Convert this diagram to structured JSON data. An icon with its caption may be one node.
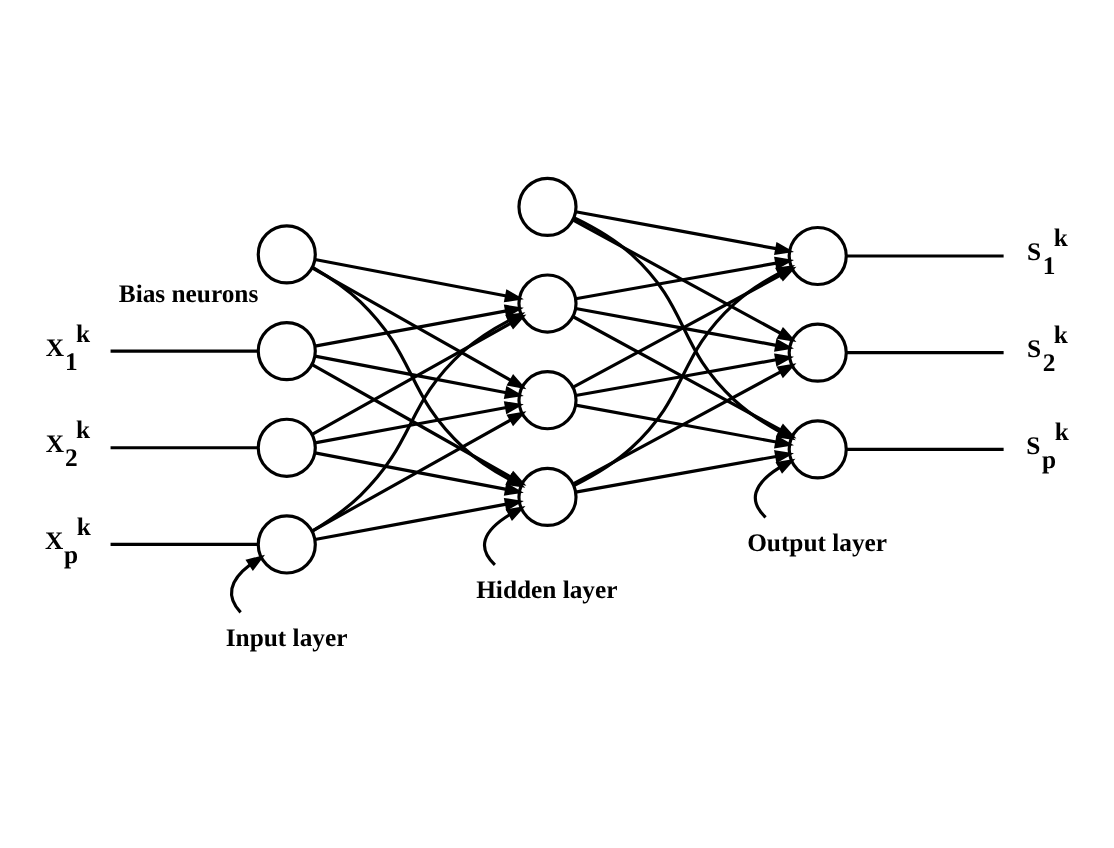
{
  "diagram": {
    "nodes": [
      {
        "text": [],
        "shape": "circle",
        "beside": [
          "Bias neurons"
        ]
      },
      {
        "text": [],
        "shape": "circle"
      },
      {
        "text": [],
        "shape": "circle"
      },
      {
        "text": [],
        "shape": "circle"
      },
      {
        "text": [],
        "shape": "circle"
      },
      {
        "text": [],
        "shape": "circle"
      },
      {
        "text": [],
        "shape": "circle"
      },
      {
        "text": [],
        "shape": "circle"
      },
      {
        "text": [],
        "shape": "circle"
      },
      {
        "text": [],
        "shape": "circle"
      },
      {
        "text": [],
        "shape": "circle"
      },
      {
        "text": [
          "X$_{1}$$^{k}$"
        ]
      },
      {
        "text": [
          "X$_{2}$$^{k}$"
        ]
      },
      {
        "text": [
          "X$_{p}$$^{k}$"
        ]
      },
      {
        "text": [
          "S$_{1}$$^{k}$"
        ]
      },
      {
        "text": [
          "S$_{2}$$^{k}$"
        ]
      },
      {
        "text": [
          "S$_{p}$$^{k}$"
        ]
      },
      {
        "text": [
          "Input layer"
        ]
      },
      {
        "text": [
          "Hidden layer"
        ]
      },
      {
        "text": [
          "Output layer"
        ]
      }
    ],
    "edges": [
      {
        "from": 11,
        "to": 1,
        "arrow": "none"
      },
      {
        "from": 12,
        "to": 2,
        "arrow": "none"
      },
      {
        "from": 13,
        "to": 3,
        "arrow": "none"
      },
      {
        "from": 0,
        "to": 5,
        "arrow": "to"
      },
      {
        "from": 0,
        "to": 6,
        "arrow": "to"
      },
      {
        "from": 0,
        "to": 7,
        "arrow": "to"
      },
      {
        "from": 1,
        "to": 5,
        "arrow": "to"
      },
      {
        "from": 1,
        "to": 6,
        "arrow": "to"
      },
      {
        "from": 1,
        "to": 7,
        "arrow": "to"
      },
      {
        "from": 2,
        "to": 5,
        "arrow": "to"
      },
      {
        "from": 2,
        "to": 6,
        "arrow": "to"
      },
      {
        "from": 2,
        "to": 7,
        "arrow": "to"
      },
      {
        "from": 3,
        "to": 5,
        "arrow": "to"
      },
      {
        "from": 3,
        "to": 6,
        "arrow": "to"
      },
      {
        "from": 3,
        "to": 7,
        "arrow": "to"
      },
      {
        "from": 4,
        "to": 8,
        "arrow": "to"
      },
      {
        "from": 4,
        "to": 9,
        "arrow": "to"
      },
      {
        "from": 4,
        "to": 10,
        "arrow": "to"
      },
      {
        "from": 5,
        "to": 8,
        "arrow": "to"
      },
      {
        "from": 5,
        "to": 9,
        "arrow": "to"
      },
      {
        "from": 5,
        "to": 10,
        "arrow": "to"
      },
      {
        "from": 6,
        "to": 8,
        "arrow": "to"
      },
      {
        "from": 6,
        "to": 9,
        "arrow": "to"
      },
      {
        "from": 6,
        "to": 10,
        "arrow": "to"
      },
      {
        "from": 7,
        "to": 8,
        "arrow": "to"
      },
      {
        "from": 7,
        "to": 9,
        "arrow": "to"
      },
      {
        "from": 7,
        "to": 10,
        "arrow": "to"
      },
      {
        "from": 8,
        "to": 14,
        "arrow": "none"
      },
      {
        "from": 9,
        "to": 15,
        "arrow": "none"
      },
      {
        "from": 10,
        "to": 16,
        "arrow": "none"
      },
      {
        "from": 17,
        "to": 3,
        "arrow": "to"
      },
      {
        "from": 18,
        "to": 7,
        "arrow": "to"
      },
      {
        "from": 19,
        "to": 10,
        "arrow": "to"
      }
    ]
  }
}
